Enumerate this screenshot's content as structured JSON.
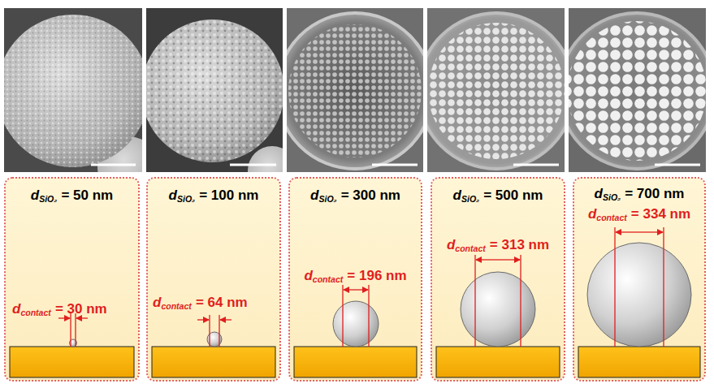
{
  "diagram": {
    "nodes": [
      {
        "text": [
          "d",
          "SiO₂",
          "= 50 nm",
          "d",
          "contact",
          "= 30 nm"
        ]
      },
      {
        "text": [
          "d",
          "SiO₂",
          "= 100 nm",
          "d",
          "contact",
          "= 64 nm"
        ]
      },
      {
        "text": [
          "d",
          "SiO₂",
          "= 300 nm",
          "d",
          "contact",
          "= 196 nm"
        ]
      },
      {
        "text": [
          "d",
          "SiO₂",
          "= 500 nm",
          "d",
          "contact",
          "= 313 nm"
        ]
      },
      {
        "text": [
          "d",
          "SiO₂",
          "= 700 nm",
          "d",
          "contact",
          "= 334 nm"
        ]
      }
    ]
  }
}
